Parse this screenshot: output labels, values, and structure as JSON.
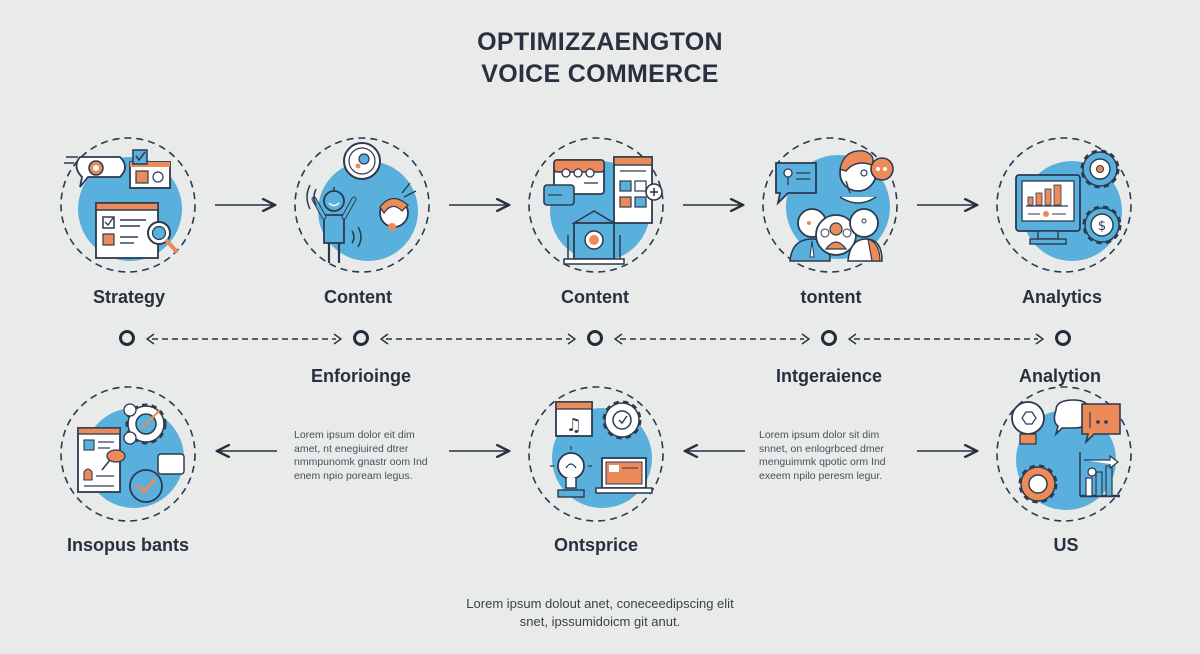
{
  "title": {
    "line1": "OPTIMIZZAENGTON",
    "line2": "VOICE COMMERCE"
  },
  "colors": {
    "background": "#e8ebea",
    "text": "#2a2f3d",
    "accent_blue": "#5ab0dc",
    "accent_orange": "#ec8a5a",
    "outline": "#2c3a4e"
  },
  "top_row": [
    {
      "label": "Strategy",
      "icon": "strategy-search-icon"
    },
    {
      "label": "Content",
      "icon": "voice-assistant-icon"
    },
    {
      "label": "Content",
      "icon": "content-layout-icon"
    },
    {
      "label": "tontent",
      "icon": "customer-support-team-icon"
    },
    {
      "label": "Analytics",
      "icon": "analytics-dashboard-icon"
    }
  ],
  "middle_row": {
    "labels": [
      "Enforioinge",
      "Intgeraience",
      "Analytion"
    ]
  },
  "bottom_row": [
    {
      "label": "Insopus bants",
      "icon": "checklist-approval-icon"
    },
    {
      "label": "Ontsprice",
      "icon": "media-innovation-icon"
    },
    {
      "label": "US",
      "icon": "ideas-insights-icon"
    }
  ],
  "descriptions": [
    {
      "lines": [
        "Lorem ipsum dolor eit dim",
        "amet, nt enegiuired dtrer",
        "nmmpunomk gnastr oom Ind",
        "enem npio poream legus."
      ]
    },
    {
      "lines": [
        "Lorem ipsum dolor sit dim",
        "snnet, on enlogrbced dmer",
        "menguimmk qpotic orm Ind",
        "exeem npilo peresm legur."
      ]
    }
  ],
  "footer": {
    "line1": "Lorem  ipsum dolout anet, coneceedipscing elit",
    "line2": "snet, ipssumidoicm git anut."
  }
}
